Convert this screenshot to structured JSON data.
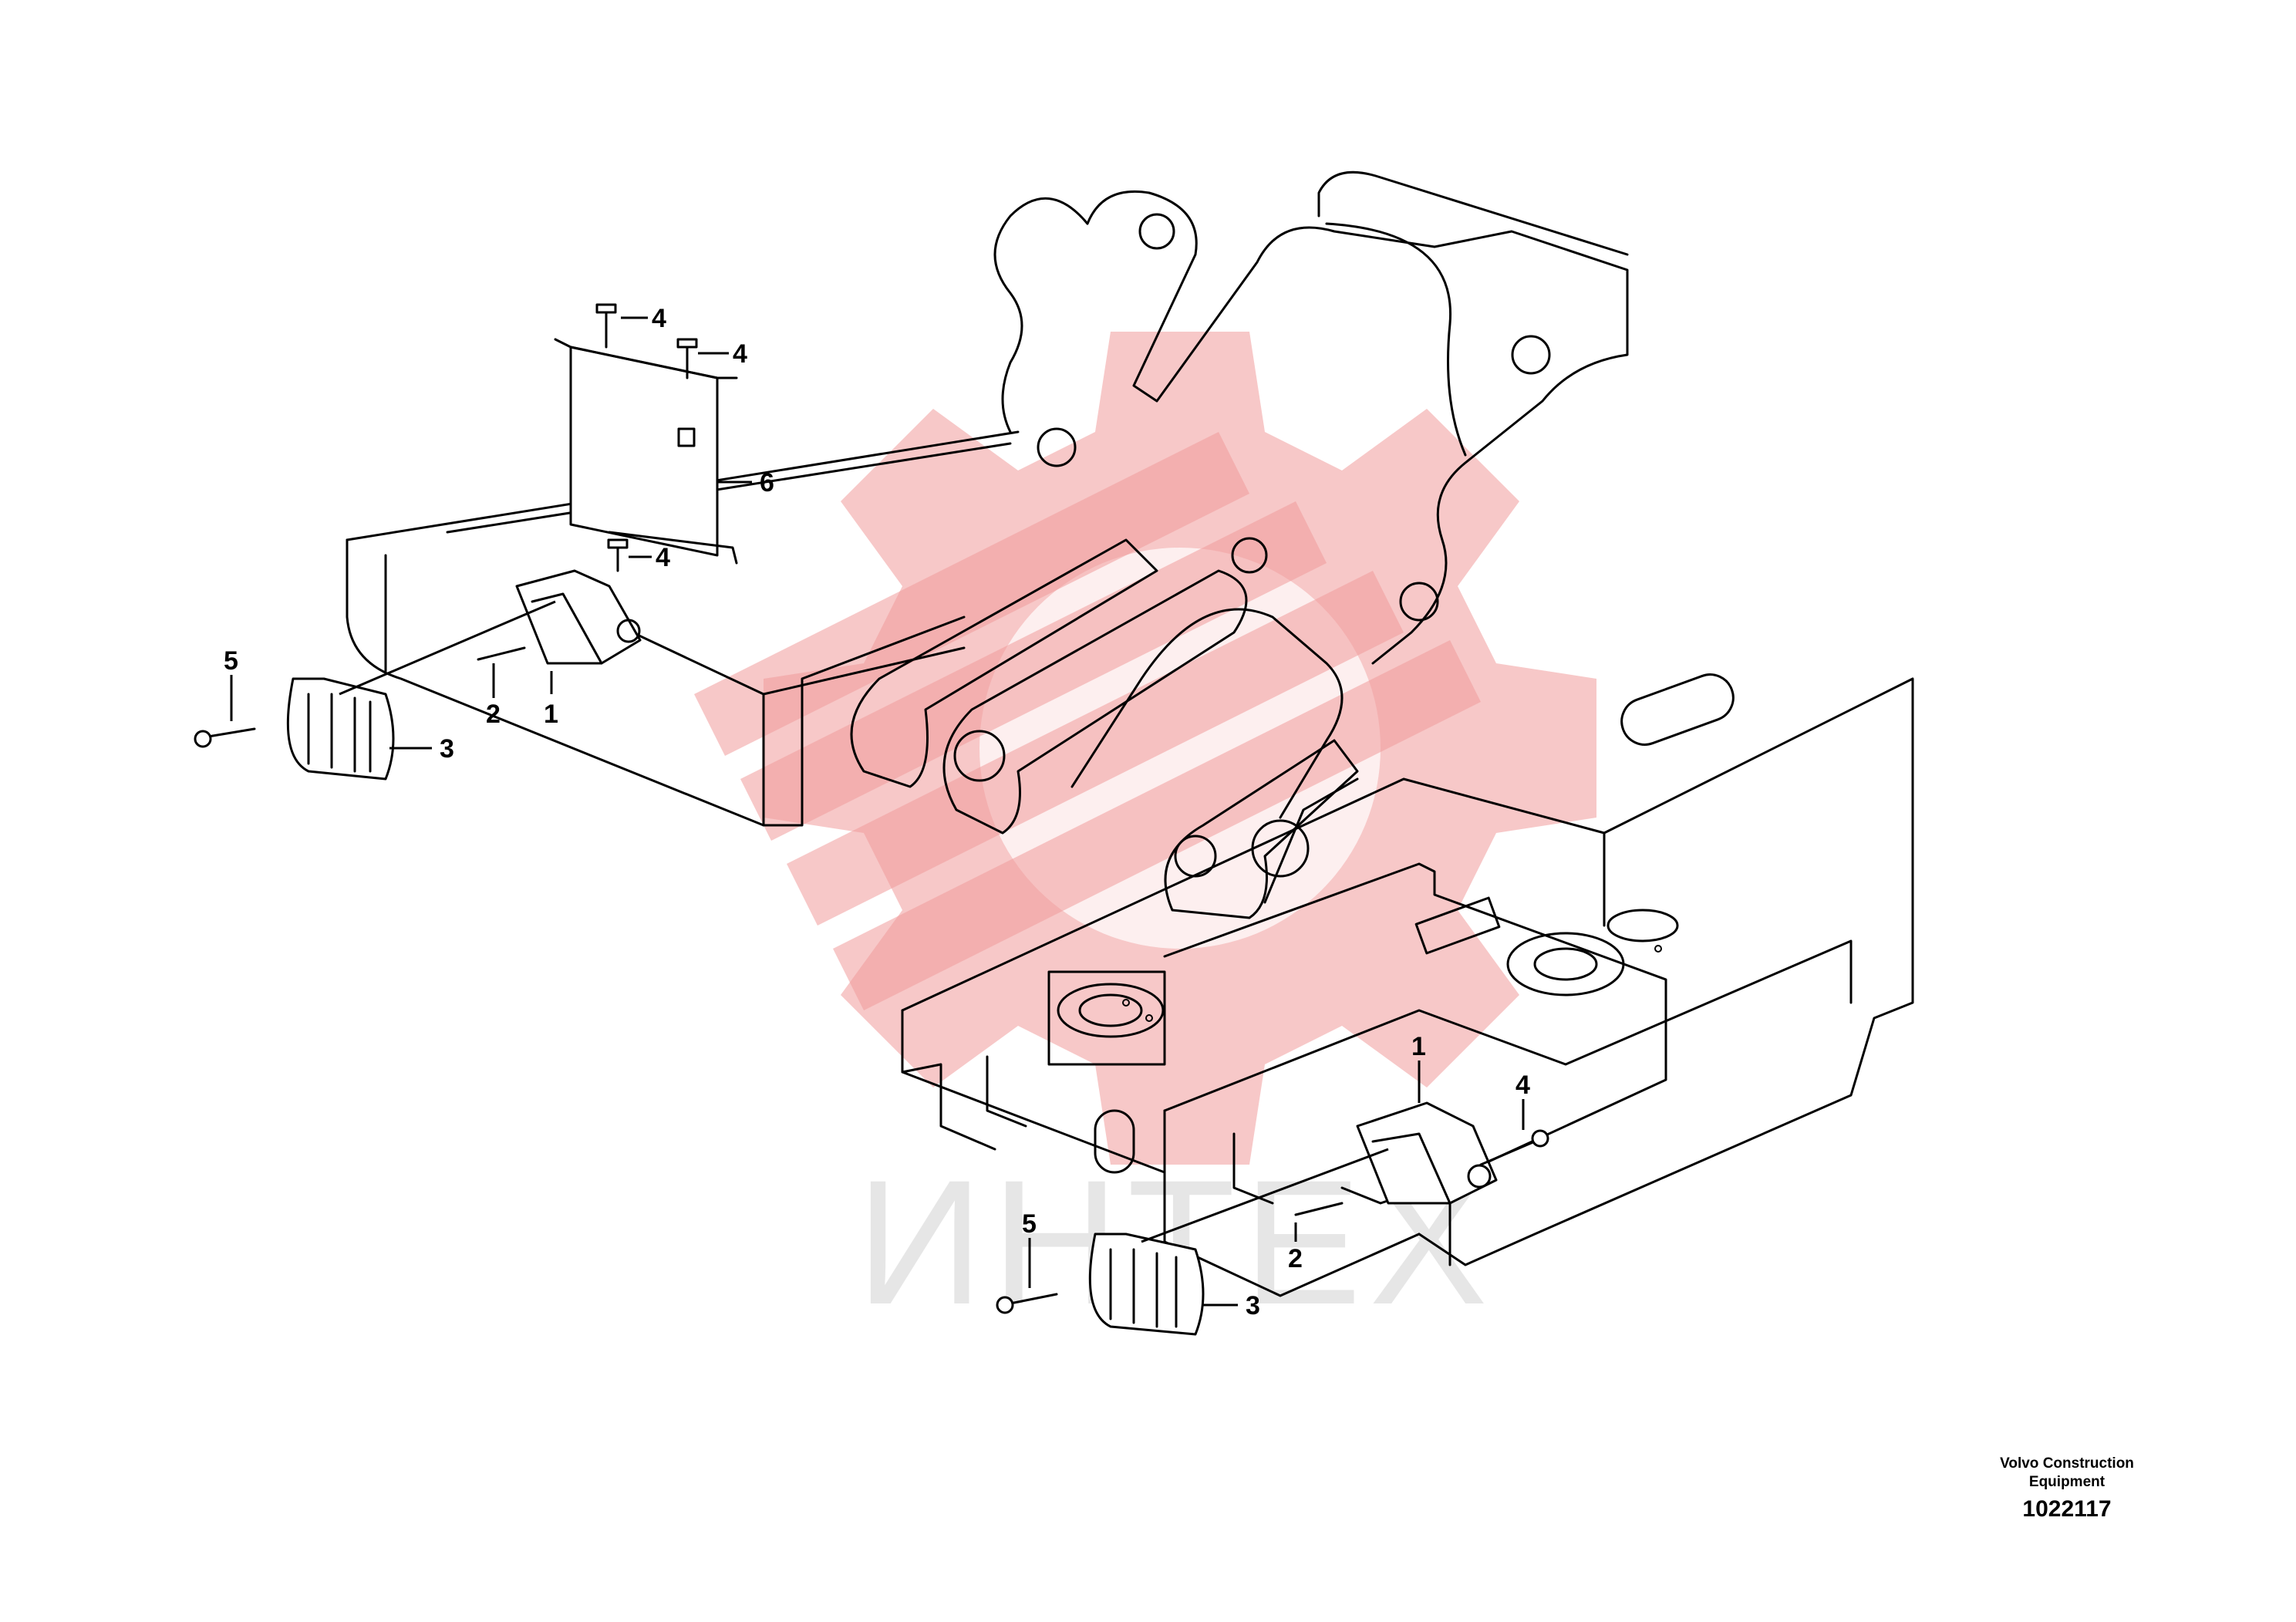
{
  "callouts": {
    "upper": {
      "part1": "1",
      "part2": "2",
      "part3": "3",
      "part4a": "4",
      "part4b": "4",
      "part4c": "4",
      "part5": "5",
      "part6": "6"
    },
    "lower": {
      "part1": "1",
      "part2": "2",
      "part3": "3",
      "part4": "4",
      "part5": "5"
    }
  },
  "brand": {
    "line1": "Volvo Construction",
    "line2": "Equipment"
  },
  "document_number": "1022117",
  "watermark": {
    "text": "ИНТЕХ",
    "color": "#f19a9a"
  }
}
